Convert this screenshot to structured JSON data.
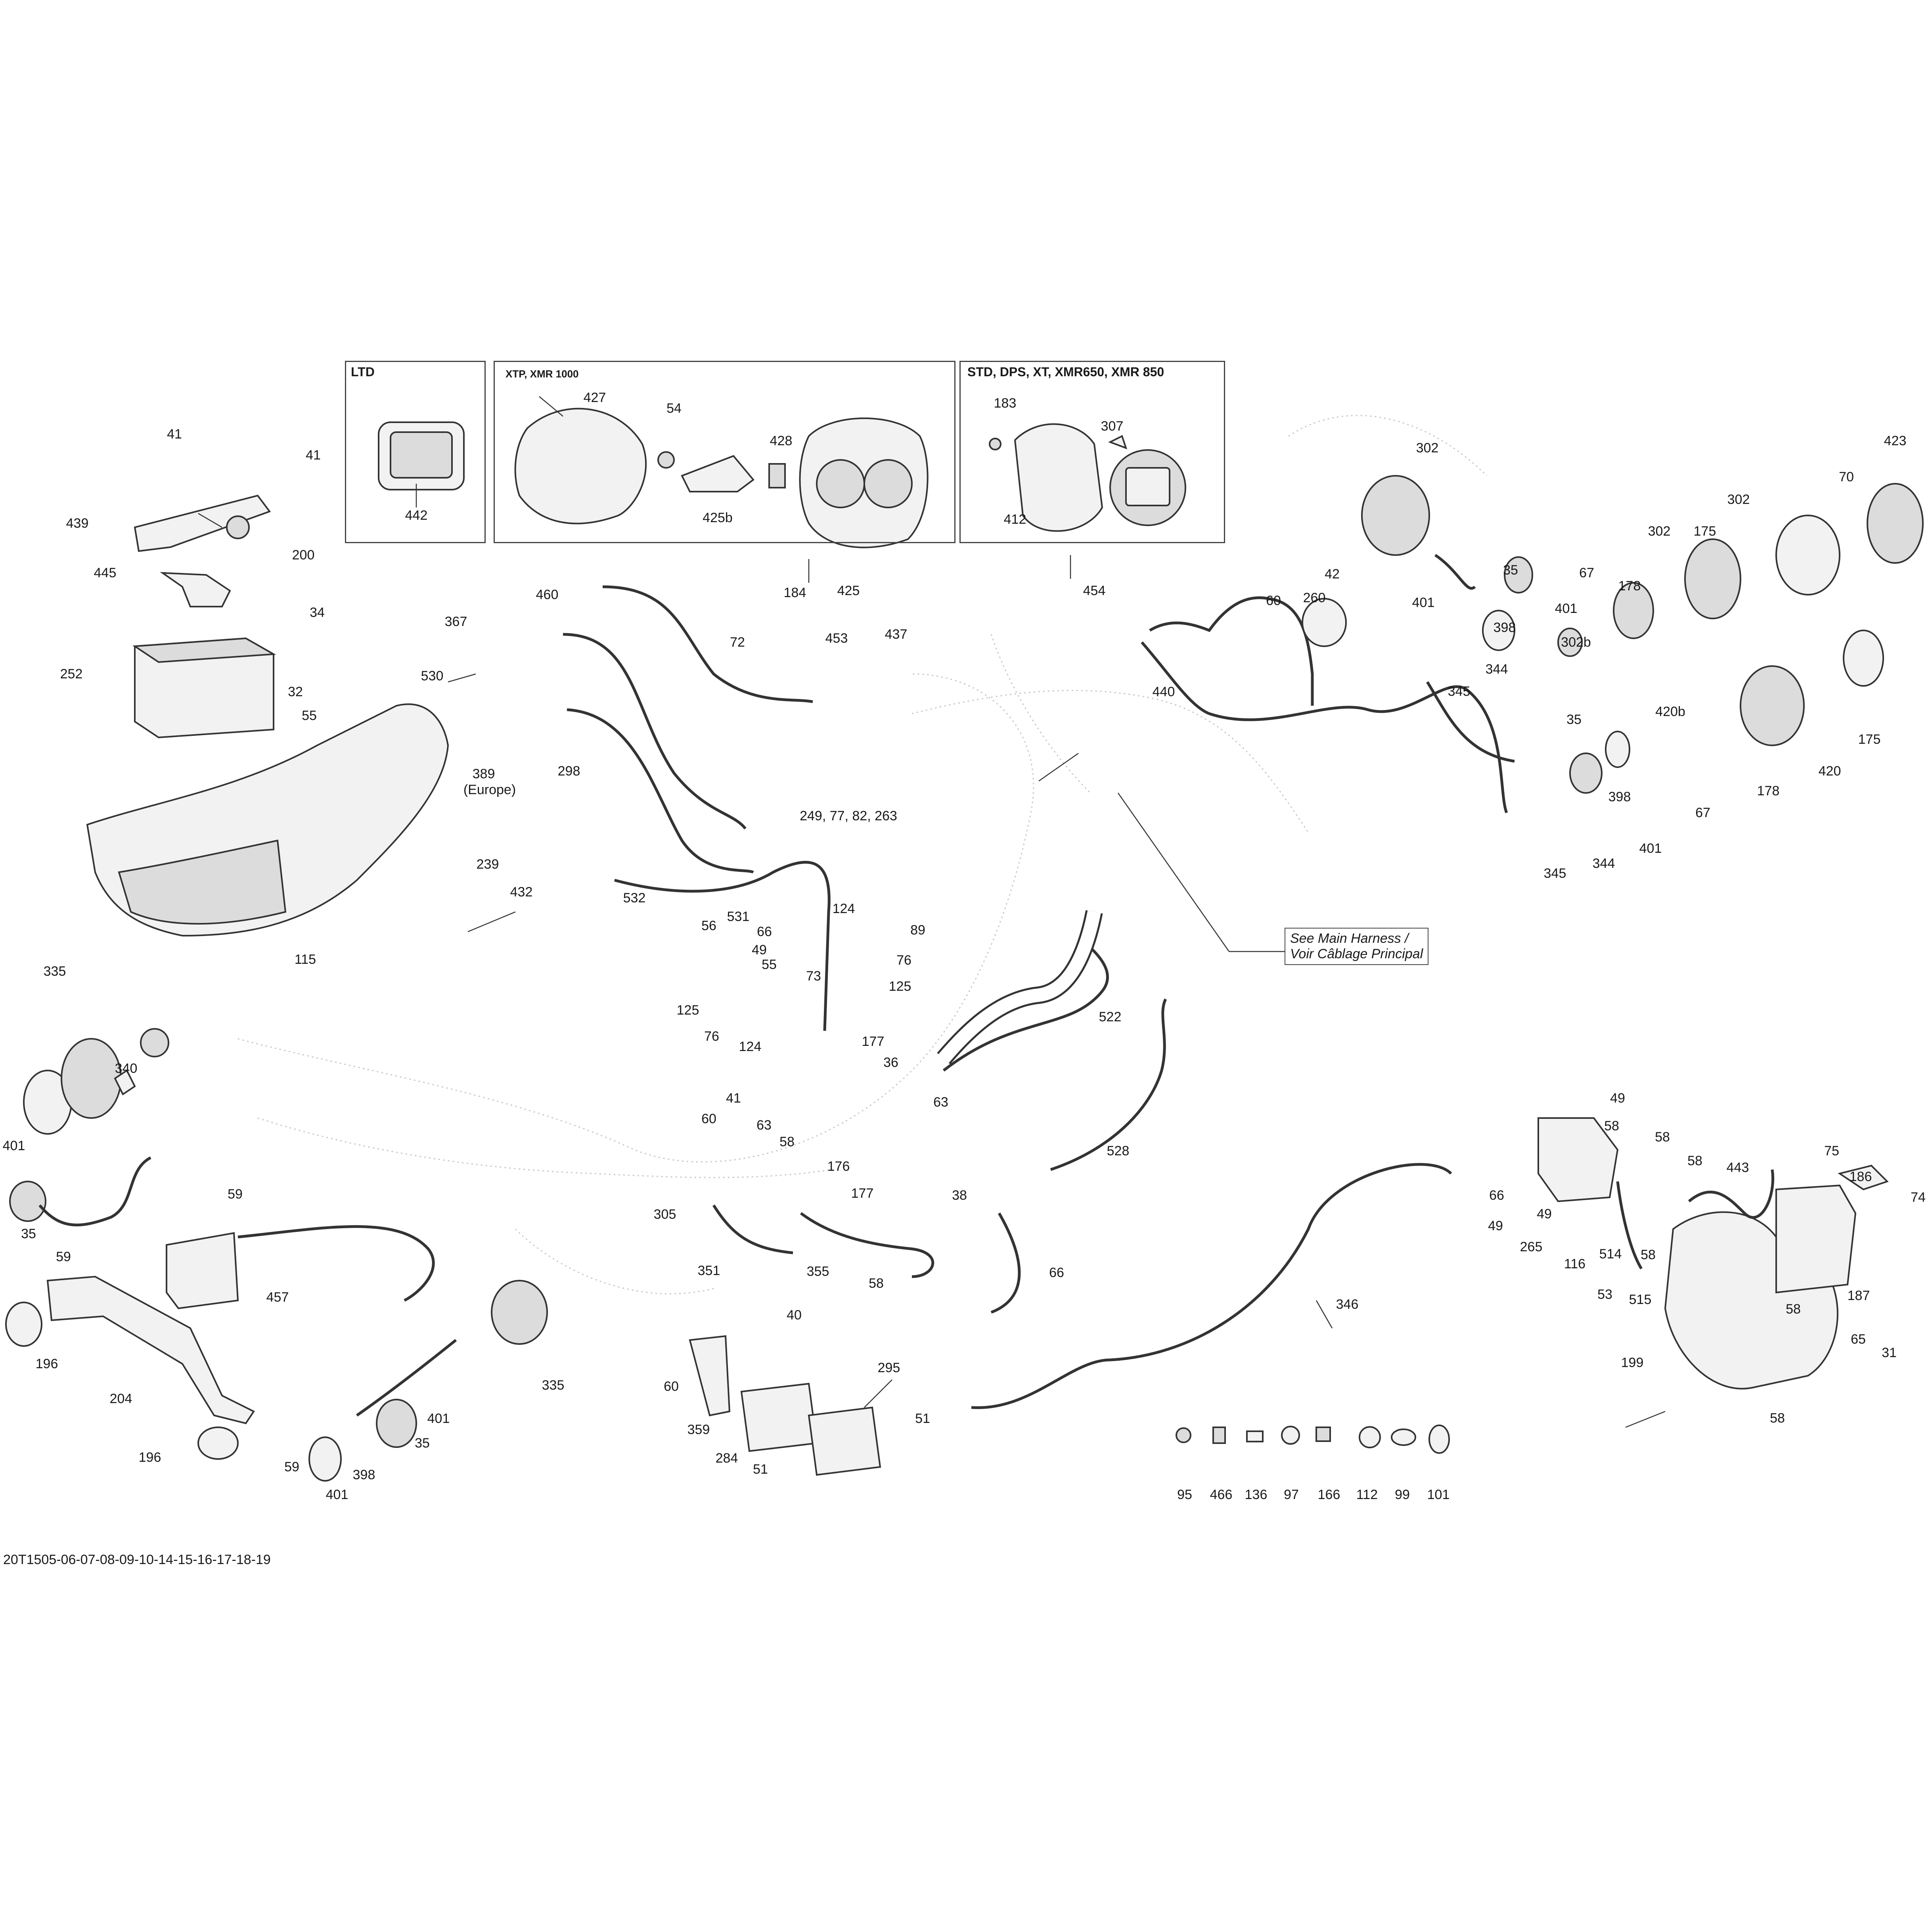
{
  "inset_boxes": {
    "ltd": {
      "title": "LTD"
    },
    "xtp": {
      "title": "XTP, XMR 1000"
    },
    "std": {
      "title": "STD, DPS, XT, XMR650, XMR 850"
    }
  },
  "note": {
    "line1": "See Main Harness /",
    "line2": "Voir Câblage Principal"
  },
  "diagram_code": "20T1505-06-07-08-09-10-14-15-16-17-18-19",
  "labels": {
    "l41a": "41",
    "l41b": "41",
    "l439": "439",
    "l200": "200",
    "l445": "445",
    "l34": "34",
    "l252": "252",
    "l530": "530",
    "l32": "32",
    "l55a": "55",
    "l115": "115",
    "l442": "442",
    "l427": "427",
    "l54": "54",
    "l428": "428",
    "l425b": "425b",
    "l425": "425",
    "l183": "183",
    "l307": "307",
    "l412": "412",
    "l454": "454",
    "l460": "460",
    "l184": "184",
    "l72": "72",
    "l453": "453",
    "l437": "437",
    "l367": "367",
    "l389": "389",
    "l389e": "(Europe)",
    "l298": "298",
    "l239": "239",
    "l432": "432",
    "l249": "249, 77, 82, 263",
    "l532": "532",
    "l302a": "302",
    "l35a": "35",
    "l42": "42",
    "l60a": "60",
    "l260": "260",
    "l401a": "401",
    "l398a": "398",
    "l401b": "401",
    "l344a": "344",
    "l345a": "345",
    "l440": "440",
    "l35b": "35",
    "l398b": "398",
    "l401c": "401",
    "l344b": "344",
    "l345b": "345",
    "l423": "423",
    "l70": "70",
    "l302b": "302",
    "l302c": "302",
    "l175a": "175",
    "l67a": "67",
    "l178a": "178",
    "l302bb": "302b",
    "l420b": "420b",
    "l175b": "175",
    "l420": "420",
    "l178b": "178",
    "l67b": "67",
    "l335a": "335",
    "l340": "340",
    "l401d": "401",
    "l35c": "35",
    "l59a": "59",
    "l59b": "59",
    "l457": "457",
    "l196a": "196",
    "l204": "204",
    "l196b": "196",
    "l59c": "59",
    "l401e": "401",
    "l35d": "35",
    "l398c": "398",
    "l401f": "401",
    "l335b": "335",
    "l56": "56",
    "l531": "531",
    "l66a": "66",
    "l49a": "49",
    "l55b": "55",
    "l125a": "125",
    "l73": "73",
    "l76a": "76",
    "l124a": "124",
    "l124b": "124",
    "l89": "89",
    "l76b": "76",
    "l125b": "125",
    "l522": "522",
    "l177a": "177",
    "l36": "36",
    "l41c": "41",
    "l60b": "60",
    "l63a": "63",
    "l58a": "58",
    "l176": "176",
    "l177b": "177",
    "l63b": "63",
    "l38": "38",
    "l305": "305",
    "l351": "351",
    "l355": "355",
    "l58b": "58",
    "l528": "528",
    "l66b": "66",
    "l40": "40",
    "l60c": "60",
    "l295": "295",
    "l359": "359",
    "l284": "284",
    "l51a": "51",
    "l51b": "51",
    "l346": "346",
    "l49b": "49",
    "l58c": "58",
    "l58d": "58",
    "l58e": "58",
    "l443": "443",
    "l66c": "66",
    "l49c": "49",
    "l49d": "49",
    "l265": "265",
    "l116": "116",
    "l514": "514",
    "l58f": "58",
    "l53": "53",
    "l515": "515",
    "l75": "75",
    "l186": "186",
    "l74": "74",
    "l187": "187",
    "l58g": "58",
    "l199": "199",
    "l65": "65",
    "l31": "31",
    "l58h": "58",
    "l95": "95",
    "l466": "466",
    "l136": "136",
    "l97": "97",
    "l166": "166",
    "l112": "112",
    "l99": "99",
    "l101": "101"
  }
}
